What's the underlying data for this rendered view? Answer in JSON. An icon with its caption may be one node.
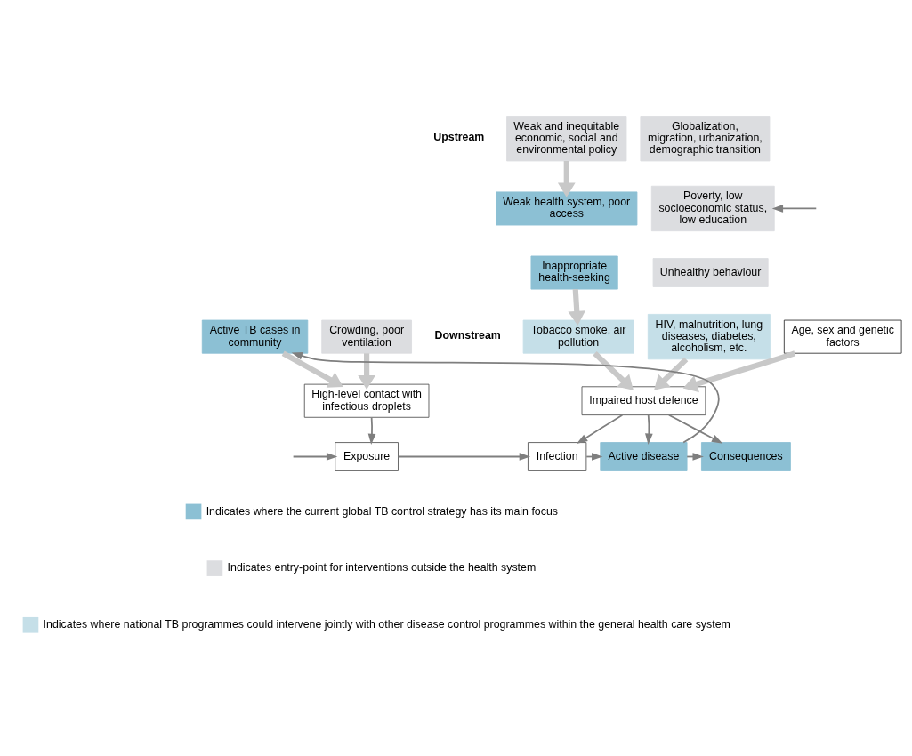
{
  "diagram": {
    "nodes": [
      {
        "text": [
          "Weak and inequitable economic, social and environmental policy"
        ]
      },
      {
        "text": [
          "Globalization, migration, urbanization, demographic transition"
        ]
      },
      {
        "text": [
          "Weak health system, poor access"
        ]
      },
      {
        "text": [
          "Poverty, low socioeconomic status, low education"
        ]
      },
      {
        "text": [
          "Inappropriate health-seeking"
        ]
      },
      {
        "text": [
          "Unhealthy behaviour"
        ]
      },
      {
        "text": [
          "Active TB cases in community"
        ]
      },
      {
        "text": [
          "Crowding, poor ventilation"
        ]
      },
      {
        "text": [
          "Tobacco smoke, air pollution"
        ]
      },
      {
        "text": [
          "HIV, malnutrition, lung diseases, diabetes, alcoholism, etc."
        ]
      },
      {
        "text": [
          "Age, sex and genetic factors"
        ]
      },
      {
        "text": [
          "High-level contact with infectious droplets"
        ]
      },
      {
        "text": [
          "Impaired host defence"
        ]
      },
      {
        "text": [
          "Exposure"
        ]
      },
      {
        "text": [
          "Infection"
        ]
      },
      {
        "text": [
          "Active disease"
        ]
      },
      {
        "text": [
          "Consequences"
        ]
      }
    ],
    "edges": [
      {
        "from": 0,
        "to": 2,
        "arrow": "to",
        "style": "thick",
        "color": "#c8c8c8"
      },
      {
        "from": null,
        "to": 3,
        "arrow": "to"
      },
      {
        "from": 4,
        "to": 8,
        "arrow": "to",
        "style": "thick",
        "color": "#c8c8c8"
      },
      {
        "from": 6,
        "to": 11,
        "arrow": "to",
        "style": "thick",
        "color": "#c8c8c8"
      },
      {
        "from": 7,
        "to": 11,
        "arrow": "to",
        "style": "thick",
        "color": "#c8c8c8"
      },
      {
        "from": 8,
        "to": 12,
        "arrow": "to",
        "style": "thick",
        "color": "#c8c8c8"
      },
      {
        "from": 9,
        "to": 12,
        "arrow": "to",
        "style": "thick",
        "color": "#c8c8c8"
      },
      {
        "from": 10,
        "to": 12,
        "arrow": "to",
        "style": "thick",
        "color": "#c8c8c8"
      },
      {
        "from": 11,
        "to": 13,
        "arrow": "to"
      },
      {
        "from": null,
        "to": 13,
        "arrow": "to"
      },
      {
        "from": 13,
        "to": 14,
        "arrow": "to"
      },
      {
        "from": 12,
        "to": 14,
        "arrow": "to"
      },
      {
        "from": 14,
        "to": 15,
        "arrow": "to"
      },
      {
        "from": 12,
        "to": 15,
        "arrow": "to"
      },
      {
        "from": 12,
        "to": 16,
        "arrow": "to"
      },
      {
        "from": 15,
        "to": 16,
        "arrow": "to"
      },
      {
        "from": 15,
        "to": 6,
        "arrow": "to"
      }
    ],
    "labels": [
      "Upstream",
      "Downstream"
    ],
    "legend": [
      {
        "text": "Indicates where the current global TB control strategy has its main focus",
        "color": "#8cc0d4"
      },
      {
        "text": "Indicates entry-point for interventions outside the health system",
        "color": "#dcdde0"
      },
      {
        "text": "Indicates where national TB programmes could intervene jointly with other disease control programmes within the general health care system",
        "color": "#c5dfe8"
      }
    ]
  }
}
